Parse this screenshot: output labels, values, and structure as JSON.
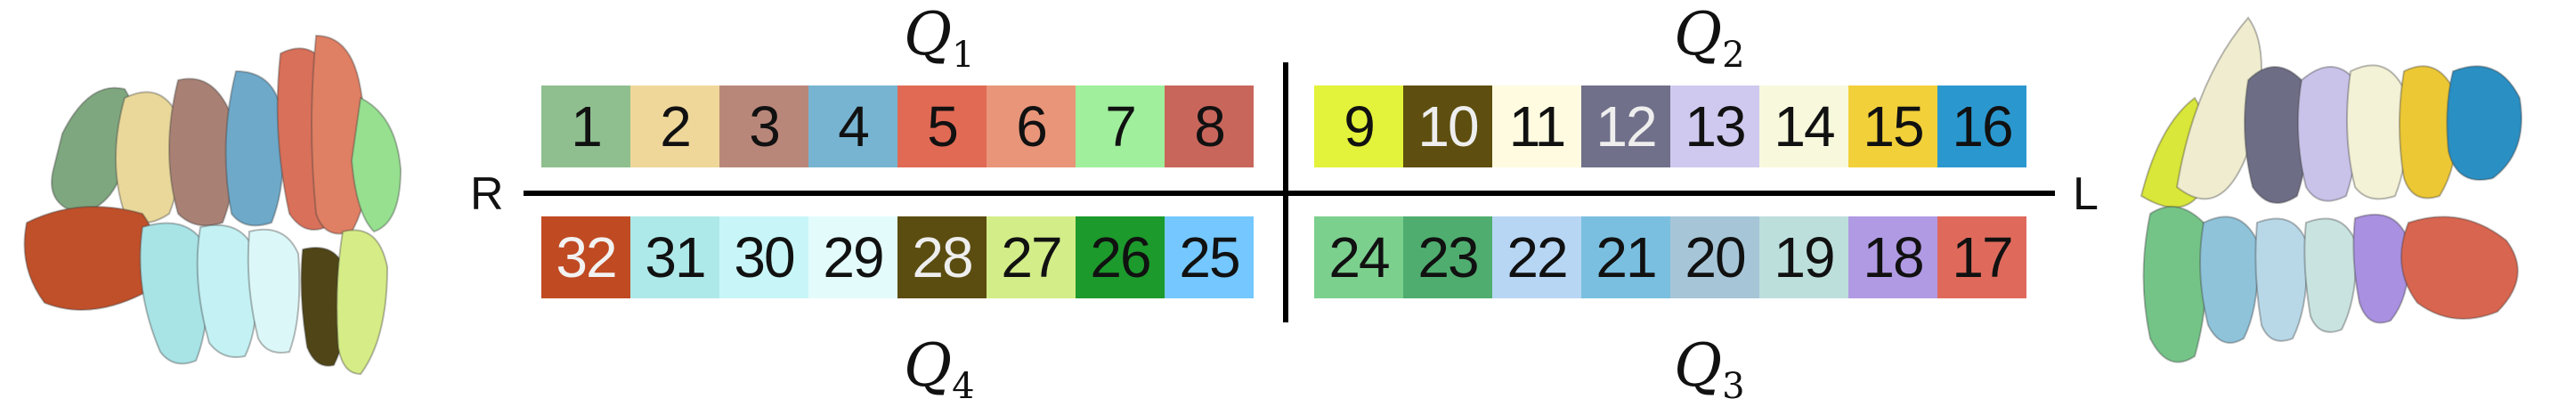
{
  "quadrants": {
    "q1": {
      "letter": "Q",
      "sub": "1"
    },
    "q2": {
      "letter": "Q",
      "sub": "2"
    },
    "q3": {
      "letter": "Q",
      "sub": "3"
    },
    "q4": {
      "letter": "Q",
      "sub": "4"
    }
  },
  "sides": {
    "right": "R",
    "left": "L"
  },
  "teeth": {
    "upper_right": [
      {
        "n": "1",
        "bg": "#8fbf8f",
        "fg": "#111111"
      },
      {
        "n": "2",
        "bg": "#efd79a",
        "fg": "#111111"
      },
      {
        "n": "3",
        "bg": "#b9877a",
        "fg": "#111111"
      },
      {
        "n": "4",
        "bg": "#77b4d1",
        "fg": "#111111"
      },
      {
        "n": "5",
        "bg": "#e16a55",
        "fg": "#111111"
      },
      {
        "n": "6",
        "bg": "#e8957a",
        "fg": "#111111"
      },
      {
        "n": "7",
        "bg": "#9fef9c",
        "fg": "#111111"
      },
      {
        "n": "8",
        "bg": "#c9665c",
        "fg": "#111111"
      }
    ],
    "upper_left": [
      {
        "n": "9",
        "bg": "#e3f23a",
        "fg": "#111111"
      },
      {
        "n": "10",
        "bg": "#5e4f10",
        "fg": "#eeeeee"
      },
      {
        "n": "11",
        "bg": "#fffbe0",
        "fg": "#111111"
      },
      {
        "n": "12",
        "bg": "#70708a",
        "fg": "#eeeeee"
      },
      {
        "n": "13",
        "bg": "#cfc9ef",
        "fg": "#111111"
      },
      {
        "n": "14",
        "bg": "#f8f8dd",
        "fg": "#111111"
      },
      {
        "n": "15",
        "bg": "#f2d03a",
        "fg": "#111111"
      },
      {
        "n": "16",
        "bg": "#2a98cf",
        "fg": "#111111"
      }
    ],
    "lower_right": [
      {
        "n": "32",
        "bg": "#c04a22",
        "fg": "#f2f2f2"
      },
      {
        "n": "31",
        "bg": "#aee9e9",
        "fg": "#111111"
      },
      {
        "n": "30",
        "bg": "#c8f6f8",
        "fg": "#111111"
      },
      {
        "n": "29",
        "bg": "#e3fbfb",
        "fg": "#111111"
      },
      {
        "n": "28",
        "bg": "#5b4c10",
        "fg": "#eeeeee"
      },
      {
        "n": "27",
        "bg": "#d3ed88",
        "fg": "#111111"
      },
      {
        "n": "26",
        "bg": "#1c9a2c",
        "fg": "#111111"
      },
      {
        "n": "25",
        "bg": "#74c8ff",
        "fg": "#111111"
      }
    ],
    "lower_left": [
      {
        "n": "24",
        "bg": "#7cd08e",
        "fg": "#111111"
      },
      {
        "n": "23",
        "bg": "#4fae6f",
        "fg": "#111111"
      },
      {
        "n": "22",
        "bg": "#b7d6f4",
        "fg": "#111111"
      },
      {
        "n": "21",
        "bg": "#7abfdf",
        "fg": "#111111"
      },
      {
        "n": "20",
        "bg": "#a6c6d8",
        "fg": "#111111"
      },
      {
        "n": "19",
        "bg": "#bcdfdc",
        "fg": "#111111"
      },
      {
        "n": "18",
        "bg": "#b09ae4",
        "fg": "#111111"
      },
      {
        "n": "17",
        "bg": "#df6a5c",
        "fg": "#111111"
      }
    ]
  },
  "colors": {
    "divider": "#000000",
    "text": "#111111"
  },
  "illustrations": {
    "left": "dental-arch-3d-model-right-view",
    "right": "dental-arch-3d-model-left-view"
  }
}
